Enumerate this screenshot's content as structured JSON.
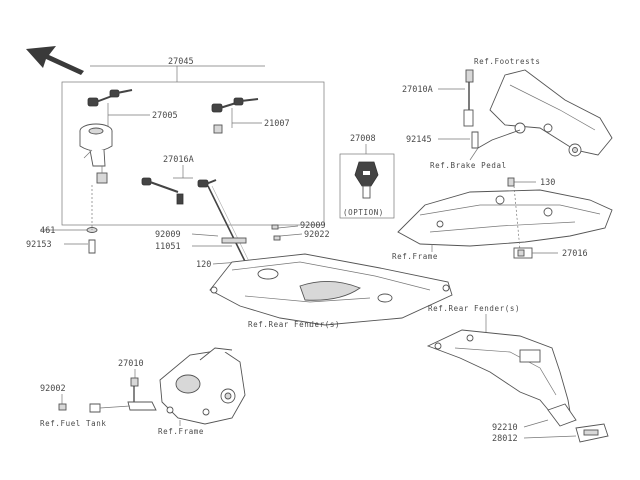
{
  "labels": {
    "p27045": "27045",
    "p27005": "27005",
    "p21007": "21007",
    "p27016A": "27016A",
    "p461": "461",
    "p92153": "92153",
    "p92009a": "92009",
    "p92009b": "92009",
    "p92022": "92022",
    "p11051": "11051",
    "p120": "120",
    "p27008": "27008",
    "option": "(OPTION)",
    "p27010A": "27010A",
    "p92145": "92145",
    "p130": "130",
    "p27016": "27016",
    "p27010": "27010",
    "p92002": "92002",
    "p92210": "92210",
    "p28012": "28012"
  },
  "refs": {
    "footrests": "Ref.Footrests",
    "brake_pedal": "Ref.Brake Pedal",
    "frame_right": "Ref.Frame",
    "rear_fender_center": "Ref.Rear Fender(s)",
    "rear_fender_right": "Ref.Rear Fender(s)",
    "fuel_tank": "Ref.Fuel Tank",
    "frame_bottom": "Ref.Frame"
  }
}
